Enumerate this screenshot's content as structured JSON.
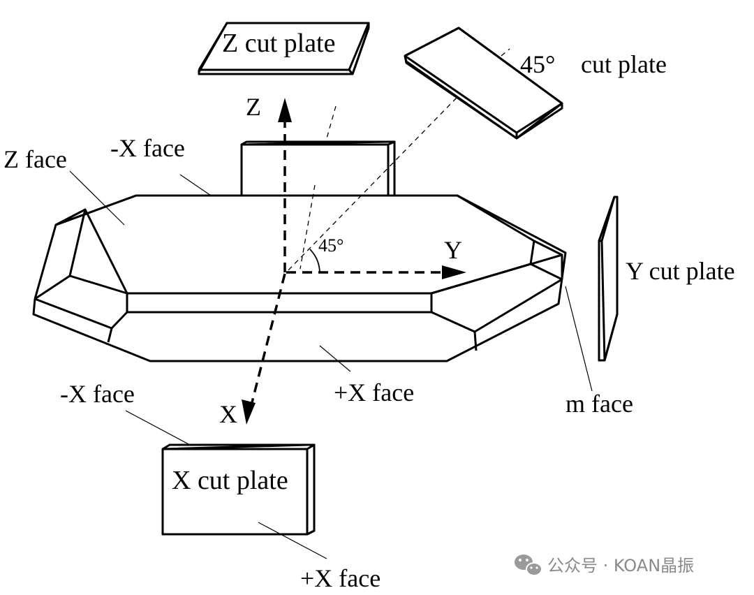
{
  "labels": {
    "z_cut_plate": "Z cut plate",
    "cut45_angle": "45°",
    "cut45_text": "cut plate",
    "z_axis": "Z",
    "z_face": "Z face",
    "minus_x_face_top": "-X face",
    "angle_45": "45°",
    "y_axis": "Y",
    "y_cut_plate": "Y cut plate",
    "minus_x_face_bottom": "-X face",
    "plus_x_face_mid": "+X face",
    "m_face": "m face",
    "x_axis": "X",
    "x_cut_plate": "X cut plate",
    "plus_x_face_bottom": "+X face"
  },
  "watermark": {
    "text": "公众号 · KOAN晶振"
  },
  "icons": {
    "watermark_icon": "wechat-icon"
  }
}
